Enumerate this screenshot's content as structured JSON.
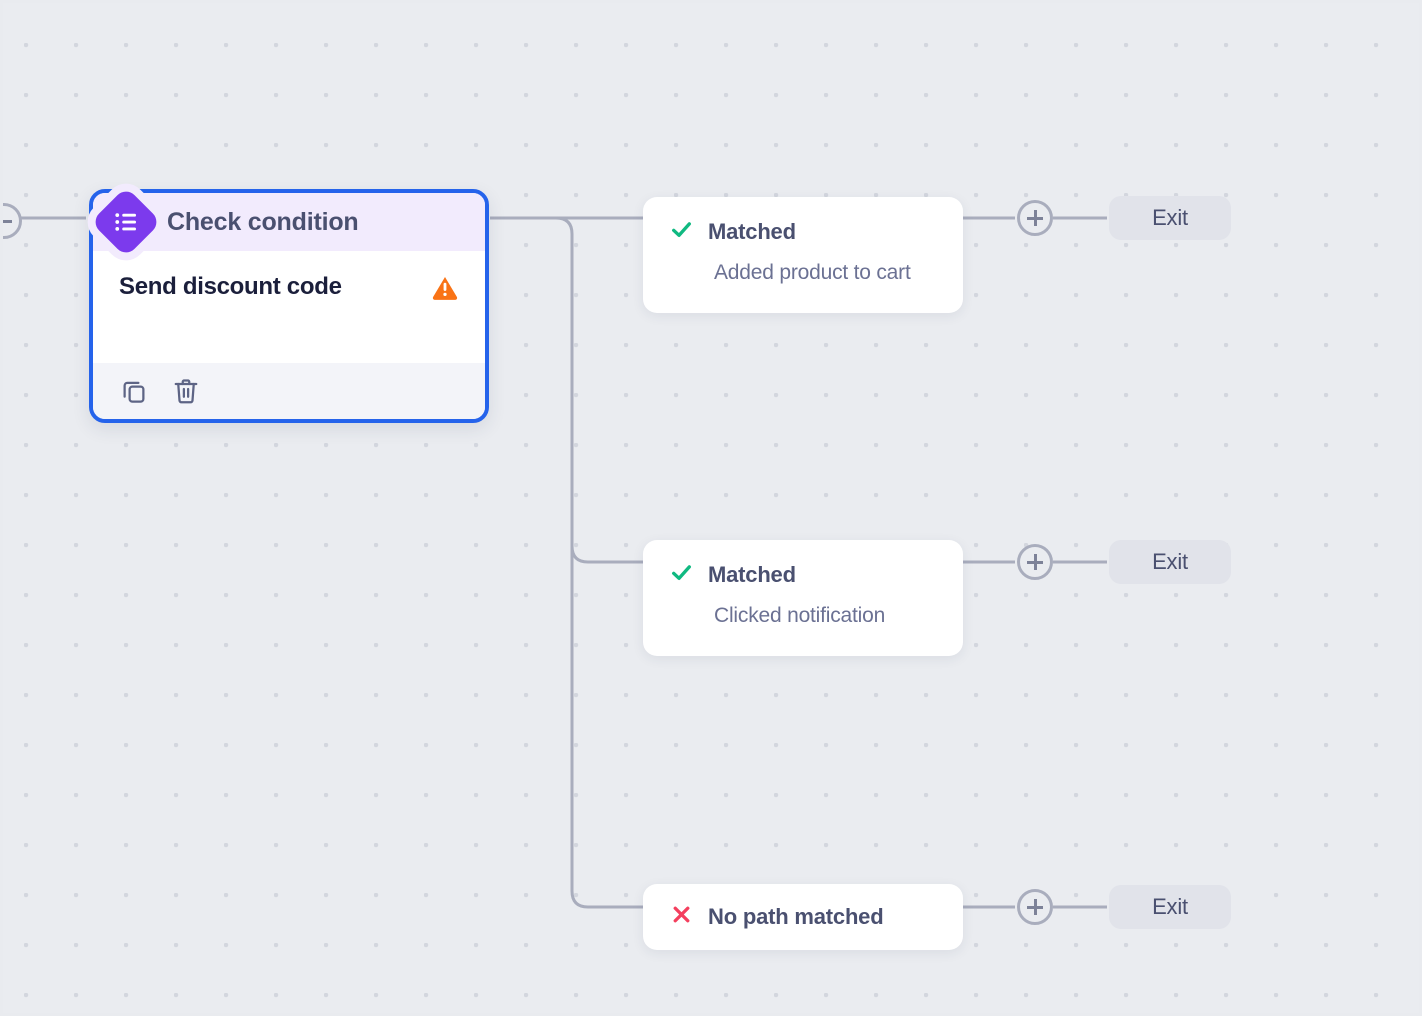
{
  "canvas": {
    "background_color": "#eaecf0",
    "dot_color": "#d3d6de",
    "grid_spacing": 50
  },
  "node": {
    "badge_icon": "list-condition-icon",
    "accent_color": "#7c3aed",
    "selected_border_color": "#2563eb",
    "header_background": "#f2ebfd",
    "title": "Check condition",
    "label": "Send discount code",
    "warning_icon": "warning-triangle-icon",
    "warning_color": "#f97316",
    "footer": {
      "duplicate_icon": "copy-icon",
      "delete_icon": "trash-icon"
    }
  },
  "branches": [
    {
      "id": "branch-matched-cart",
      "status_icon": "check-icon",
      "status_color": "#10b981",
      "status": "Matched",
      "description": "Added product to cart",
      "add_icon": "plus-circle-icon",
      "exit_label": "Exit"
    },
    {
      "id": "branch-matched-notification",
      "status_icon": "check-icon",
      "status_color": "#10b981",
      "status": "Matched",
      "description": "Clicked notification",
      "add_icon": "plus-circle-icon",
      "exit_label": "Exit"
    },
    {
      "id": "branch-no-path",
      "status_icon": "cross-icon",
      "status_color": "#f43f5e",
      "status": "No path matched",
      "description": "",
      "add_icon": "plus-circle-icon",
      "exit_label": "Exit"
    }
  ],
  "edges": {
    "color": "#a9adbd",
    "width": 3
  }
}
